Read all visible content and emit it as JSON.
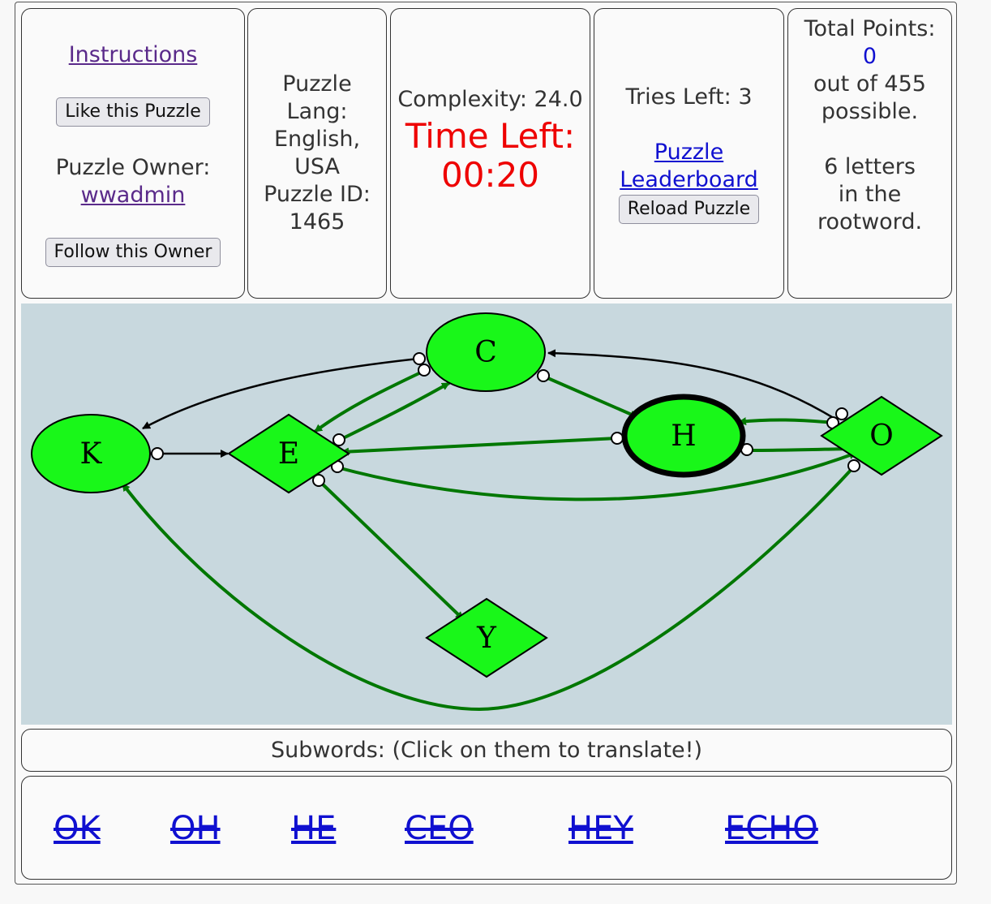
{
  "panel1": {
    "instructions_link": "Instructions",
    "like_button": "Like this Puzzle",
    "owner_label": "Puzzle Owner:",
    "owner_name": "wwadmin",
    "follow_button": "Follow this Owner"
  },
  "panel2": {
    "lines": [
      "Puzzle",
      "Lang:",
      "English,",
      "USA",
      "Puzzle ID:",
      "1465"
    ]
  },
  "panel3": {
    "complexity": "Complexity: 24.0",
    "time_left_label": "Time Left:",
    "time_left_value": "00:20",
    "time_color": "#ee0000"
  },
  "panel4": {
    "tries_left": "Tries Left: 3",
    "leaderboard_line1": "Puzzle",
    "leaderboard_line2": "Leaderboard",
    "reload_button": "Reload Puzzle"
  },
  "panel5": {
    "total_points_label": "Total Points:",
    "points_value": "0",
    "out_of": "out of 455",
    "possible": "possible.",
    "letters_line1": "6 letters",
    "letters_line2": "in the",
    "letters_line3": "rootword."
  },
  "graph": {
    "node_fill": "#19f719",
    "edge_green": "#007700",
    "edge_black": "#000000",
    "background": "#c8d8de",
    "nodes": [
      {
        "id": "C",
        "label": "C",
        "shape": "ellipse"
      },
      {
        "id": "K",
        "label": "K",
        "shape": "ellipse"
      },
      {
        "id": "E",
        "label": "E",
        "shape": "diamond"
      },
      {
        "id": "H",
        "label": "H",
        "shape": "ellipse",
        "highlighted": true
      },
      {
        "id": "O",
        "label": "O",
        "shape": "diamond"
      },
      {
        "id": "Y",
        "label": "Y",
        "shape": "diamond"
      }
    ]
  },
  "subwords": {
    "header": "Subwords: (Click on them to translate!)",
    "words": [
      "OK",
      "OH",
      "HE",
      "CEO",
      "HEY",
      "ECHO"
    ]
  }
}
